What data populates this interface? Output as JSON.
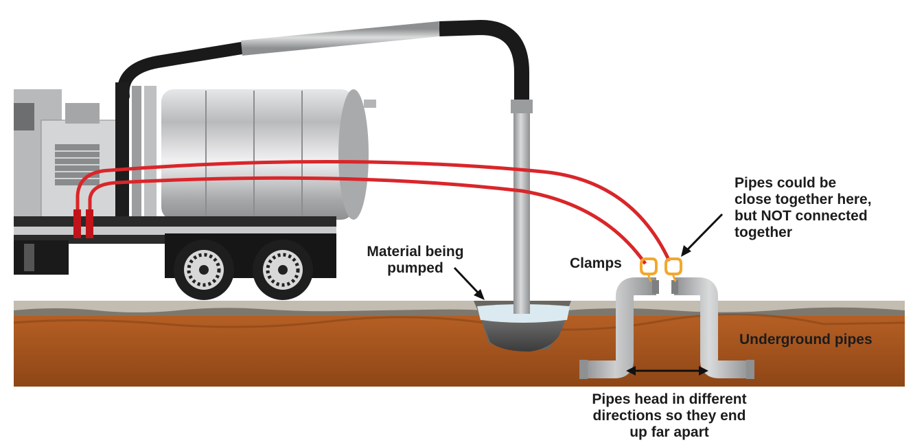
{
  "labels": {
    "material": [
      "Material being",
      "pumped"
    ],
    "clamps": "Clamps",
    "pipes_close": [
      "Pipes could be",
      "close together here,",
      "but NOT connected",
      "together"
    ],
    "underground": "Underground pipes",
    "directions": [
      "Pipes head in different",
      "directions so they end",
      "up far apart"
    ]
  },
  "colors": {
    "soil": "#a4541f",
    "soil_dark": "#7e3f15",
    "ground_top": "#bdb6aa",
    "ground_line": "#6f6a62",
    "hose": "#d9262a",
    "clamp": "#f2a72c",
    "pipe": "#b7b9bb",
    "tank": "#c8c9cb",
    "tire": "#1e1e1e",
    "text": "#1c1c1c"
  },
  "icons": [
    "vacuum-truck-icon",
    "suction-hose-icon",
    "clamp-icon",
    "arrow-icon"
  ]
}
